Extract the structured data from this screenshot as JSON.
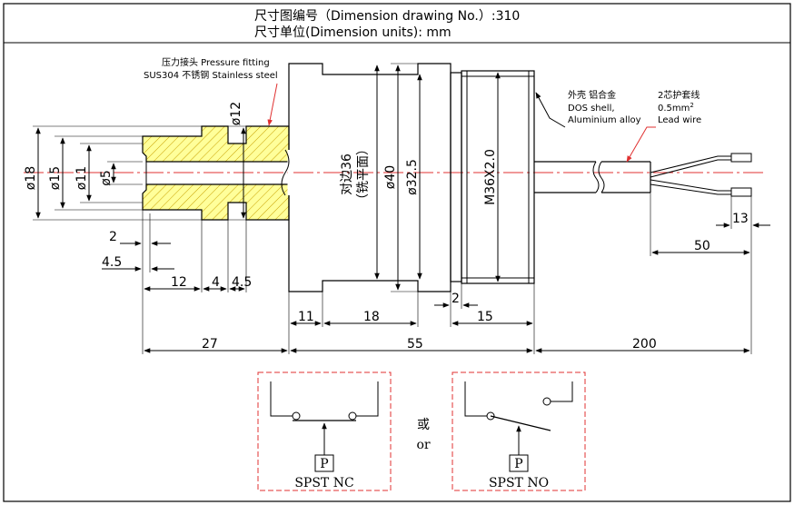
{
  "title": {
    "line1": "尺寸图编号（Dimension drawing No.）:310",
    "line2": "尺寸单位(Dimension units): mm"
  },
  "labels": {
    "fitting_cn": "压力接头 Pressure fitting",
    "fitting_mat": "SUS304 不锈钢 Stainless steel",
    "shell_cn": "外壳 铝合金",
    "shell_en1": "DOS shell,",
    "shell_en2": "Aluminium alloy",
    "wire_cn": "2芯护套线",
    "wire_size": "0.5mm",
    "wire_sup": "2",
    "wire_en": "Lead wire"
  },
  "dims": {
    "d18": "ø18",
    "d15": "ø15",
    "d11": "ø11",
    "d5": "ø5",
    "d12": "ø12",
    "hex": "对边36",
    "hex_note": "（铣平面）",
    "d40": "ø40",
    "d32_5": "ø32.5",
    "thread": "M36X2.0",
    "h2": "2",
    "h4_5": "4.5",
    "h12": "12",
    "h4": "4",
    "h4_5b": "4.5",
    "h11": "11",
    "h18": "18",
    "h2b": "2",
    "h15": "15",
    "h27": "27",
    "h55": "55",
    "h200": "200",
    "h50": "50",
    "h13": "13"
  },
  "switches": {
    "nc_label": "SPST NC",
    "no_label": "SPST NO",
    "p_label": "P",
    "or_cn": "或",
    "or_en": "or"
  },
  "colors": {
    "fitting_fill": "#ffff9a",
    "hatch": "#c8a000",
    "box": "#e03030",
    "center": "#e03030"
  }
}
